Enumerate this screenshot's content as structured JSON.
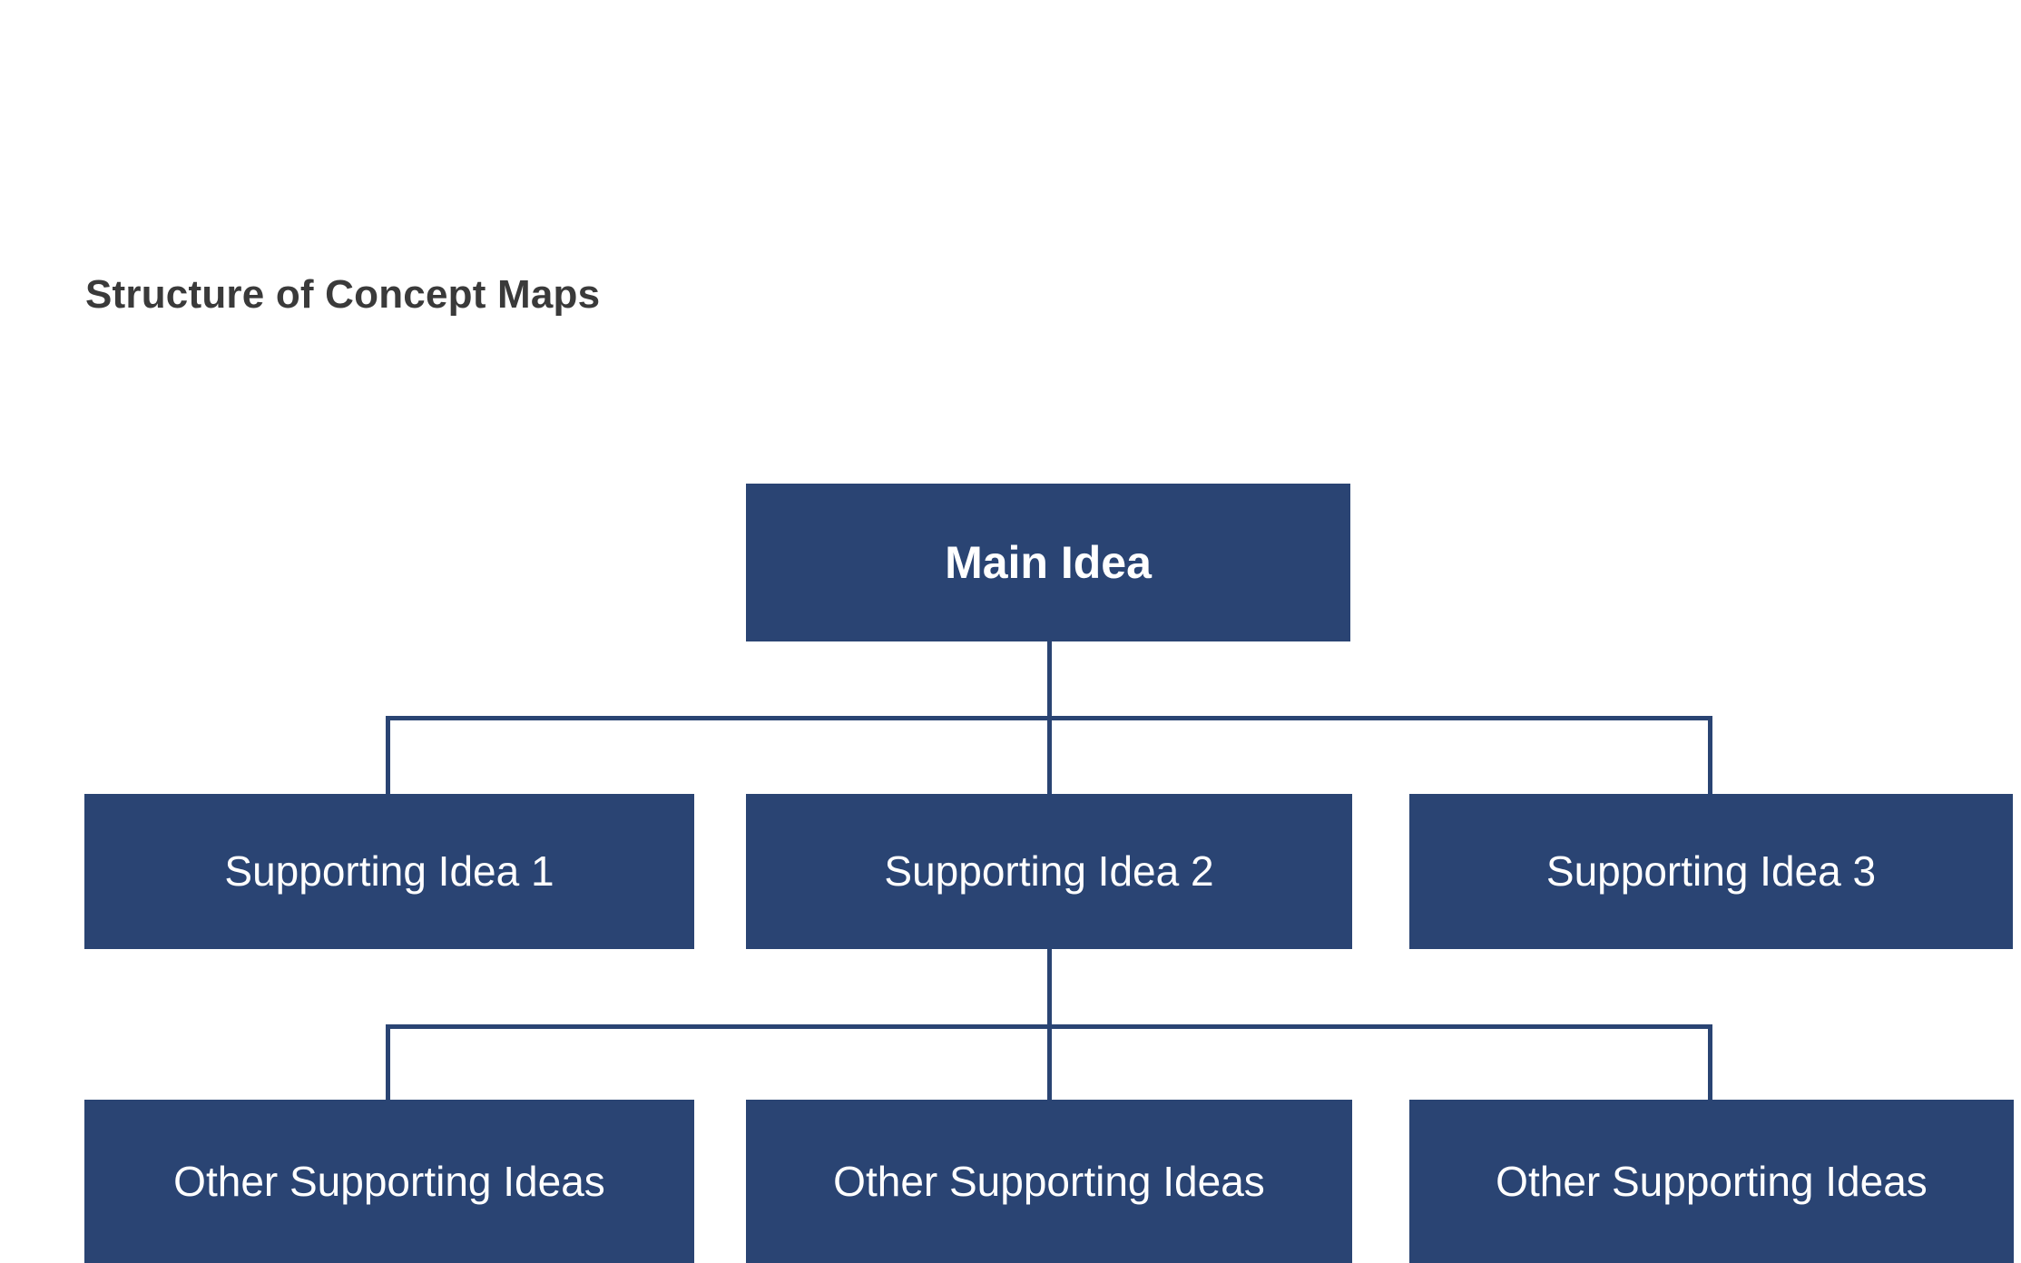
{
  "page": {
    "title": "Structure of Concept Maps",
    "background_color": "#FFFFFF",
    "title_color": "#3A3A3A"
  },
  "theme": {
    "node_fill": "#2A4473",
    "node_text_color": "#FFFFFF",
    "connector_color": "#2A4473"
  },
  "diagram": {
    "type": "hierarchy-tree",
    "levels": 3,
    "root": {
      "label": "Main Idea"
    },
    "level2": [
      {
        "label": "Supporting Idea 1"
      },
      {
        "label": "Supporting Idea 2"
      },
      {
        "label": "Supporting Idea 3"
      }
    ],
    "level3": [
      {
        "label": "Other Supporting Ideas"
      },
      {
        "label": "Other Supporting Ideas"
      },
      {
        "label": "Other Supporting Ideas"
      }
    ]
  }
}
